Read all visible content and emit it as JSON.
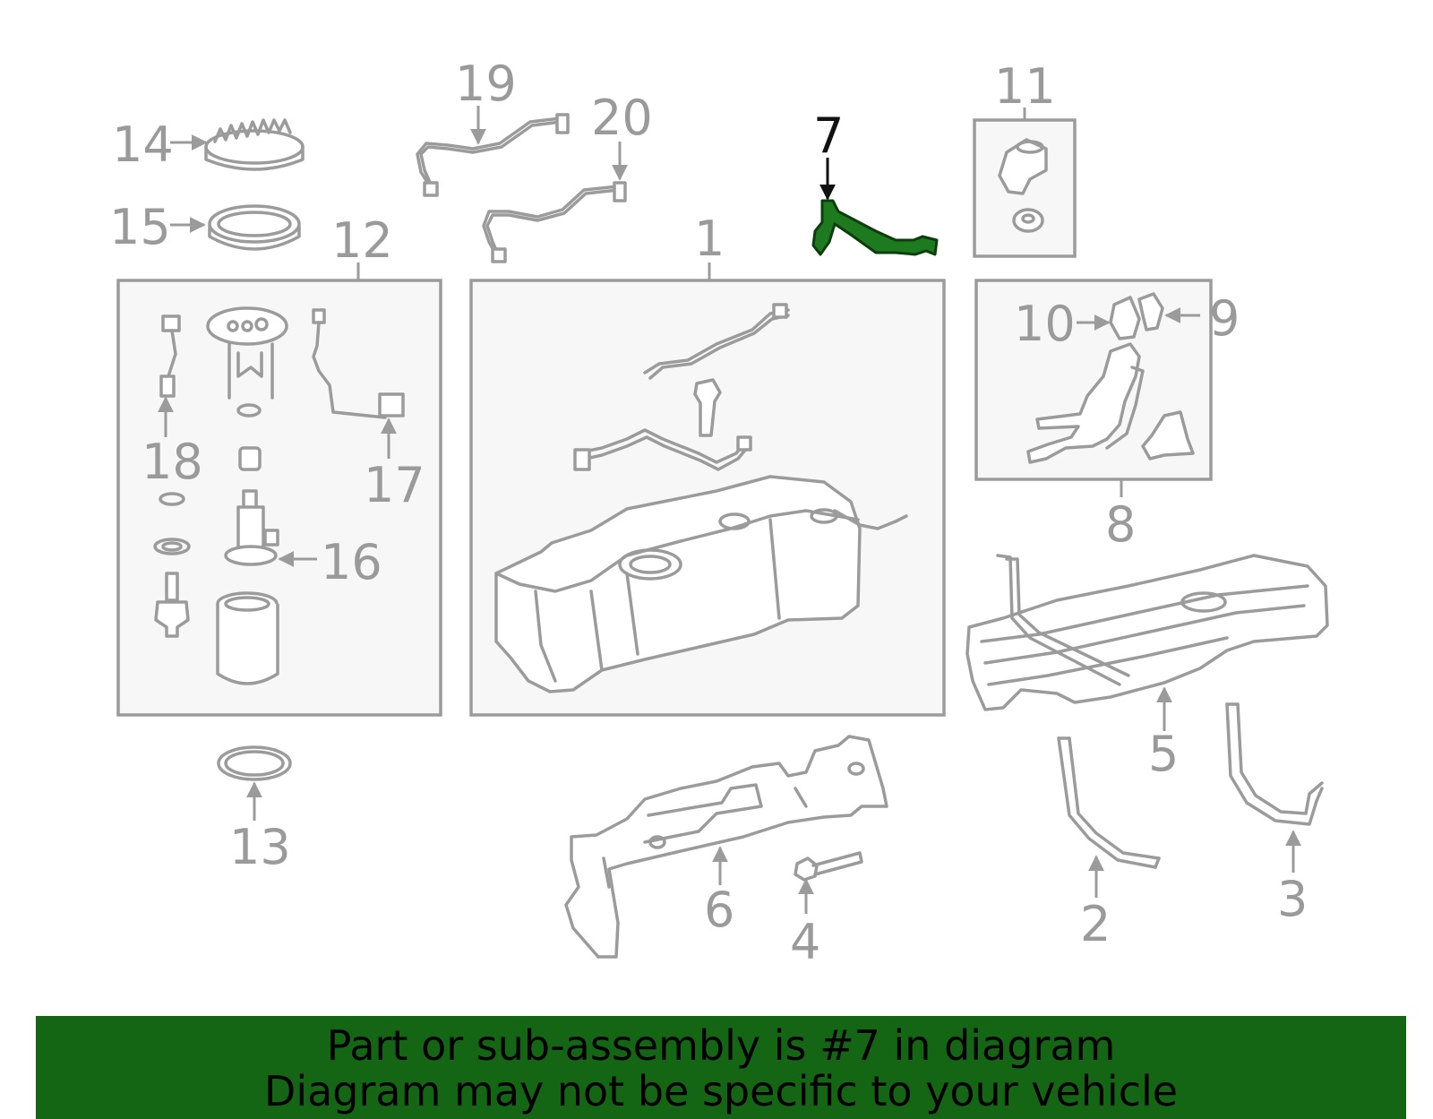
{
  "colors": {
    "highlight_part": "#1e7a1e",
    "banner_background": "#146614",
    "line_gray": "#9b9b9b",
    "label_gray": "#9a9a9a",
    "highlight_label": "#111111"
  },
  "highlighted_callout": "7",
  "callouts": {
    "c1": "1",
    "c2": "2",
    "c3": "3",
    "c4": "4",
    "c5": "5",
    "c6": "6",
    "c7": "7",
    "c8": "8",
    "c9": "9",
    "c10": "10",
    "c11": "11",
    "c12": "12",
    "c13": "13",
    "c14": "14",
    "c15": "15",
    "c16": "16",
    "c17": "17",
    "c18": "18",
    "c19": "19",
    "c20": "20"
  },
  "banner": {
    "line1": "Part or sub-assembly is #7 in diagram",
    "line2": "Diagram may not be specific to your vehicle"
  }
}
